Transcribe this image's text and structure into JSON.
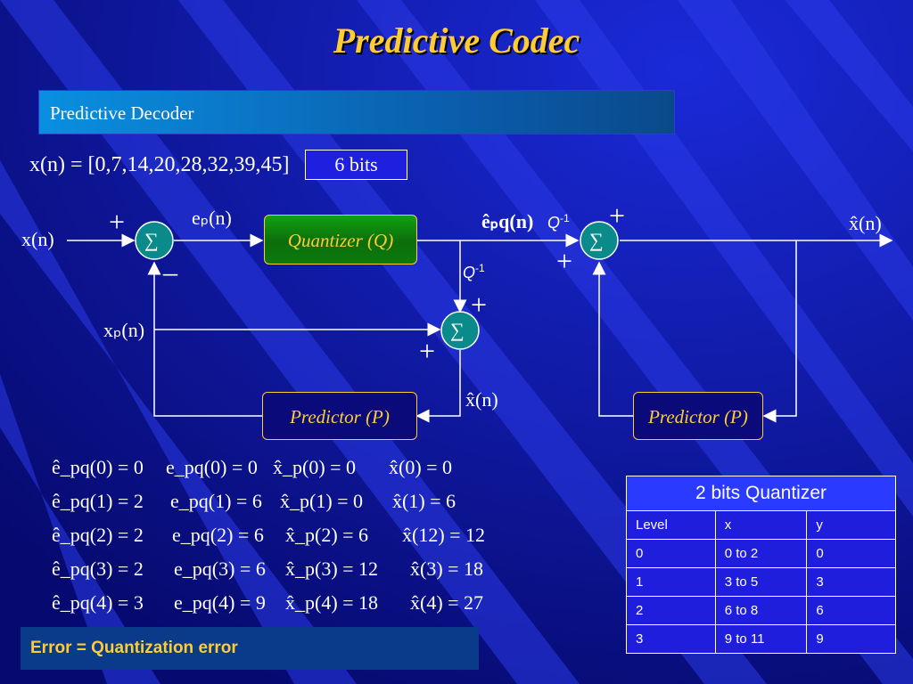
{
  "slide": {
    "title": "Predictive Codec",
    "header": "Predictive Decoder",
    "error_note": "Error = Quantization error"
  },
  "sequence": {
    "text": "x(n) = [0,7,14,20,28,32,39,45]",
    "bits_label": "6 bits"
  },
  "diagram": {
    "quantizer_label": "Quantizer (Q)",
    "predictor_label": "Predictor (P)",
    "decoder_predictor_label": "Predictor (P)",
    "sum_symbol": "∑",
    "plus": "+",
    "minus": "–",
    "inverse_q_base": "Q",
    "inverse_q_exp": "-1",
    "input_label": "x(n)",
    "error_label": "eₚ(n)",
    "quantized_error_label": "êₚq(n)",
    "prediction_label": "xₚ(n)",
    "reconstructed_label": "x̂(n)",
    "output_label": "x̂(n)"
  },
  "equations": [
    [
      "ê_pq(0) = 0",
      "e_pq(0) = 0",
      "x̂_p(0) = 0",
      "x̂(0) = 0"
    ],
    [
      "ê_pq(1) = 2",
      "e_pq(1) = 6",
      "x̂_p(1) = 0",
      "x̂(1) = 6"
    ],
    [
      "ê_pq(2) = 2",
      "e_pq(2) = 6",
      "x̂_p(2) = 6",
      "x̂(12) = 12"
    ],
    [
      "ê_pq(3) = 2",
      "e_pq(3) = 6",
      "x̂_p(3) = 12",
      "x̂(3) = 18"
    ],
    [
      "ê_pq(4) = 3",
      "e_pq(4) = 9",
      "x̂_p(4) = 18",
      "x̂(4) = 27"
    ]
  ],
  "quantizer_table": {
    "title": "2 bits Quantizer",
    "headers": [
      "Level",
      "x",
      "y"
    ],
    "rows": [
      [
        "0",
        "0 to 2",
        "0"
      ],
      [
        "1",
        "3 to 5",
        "3"
      ],
      [
        "2",
        "6 to 8",
        "6"
      ],
      [
        "3",
        "9 to 11",
        "9"
      ]
    ]
  },
  "colors": {
    "background": "#0a0f8c",
    "title": "#ffcc33",
    "summer_fill": "#0a8a8a",
    "quantizer_fill": "#0b7a0b",
    "table_header": "#2a3aff"
  }
}
